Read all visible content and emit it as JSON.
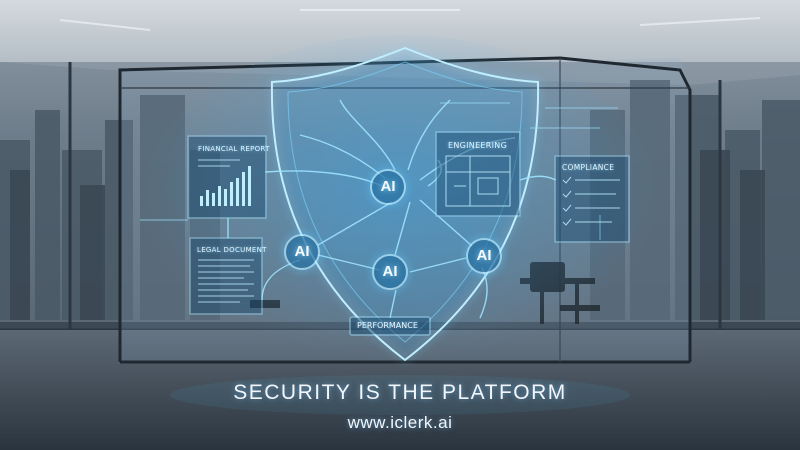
{
  "headline": "SECURITY IS THE PLATFORM",
  "website": "www.iclerk.ai",
  "panels": {
    "financial_report": "FINANCIAL REPORT",
    "legal_document": "LEGAL DOCUMENT",
    "engineering": "ENGINEERING",
    "compliance": "COMPLIANCE",
    "performance": "PERFORMANCE"
  },
  "ai_nodes": [
    "AI",
    "AI",
    "AI",
    "AI"
  ],
  "colors": {
    "glow": "#5fc8ff",
    "shield": "#7fd6ff",
    "background": "#3c4854"
  }
}
